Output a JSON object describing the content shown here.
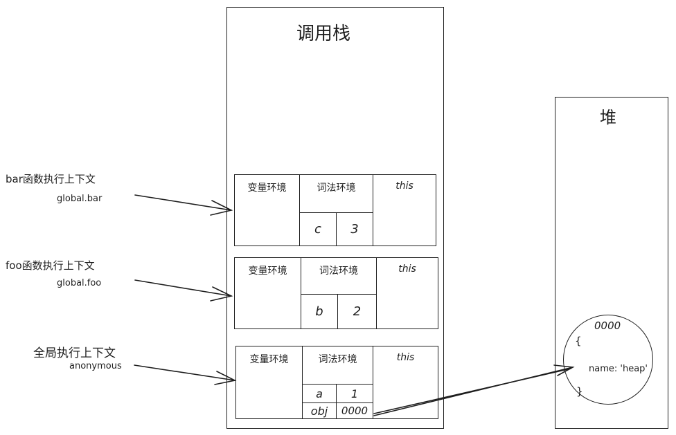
{
  "call_stack": {
    "title": "调用栈"
  },
  "heap": {
    "title": "堆",
    "object": {
      "address": "0000",
      "open_brace": "{",
      "property": "name: 'heap'",
      "close_brace": "}"
    }
  },
  "contexts": [
    {
      "label": "bar函数执行上下文",
      "sublabel": "global.bar",
      "variable_env": "变量环境",
      "lexical_env": "词法环境",
      "this": "this",
      "rows": [
        [
          "c",
          "3"
        ]
      ]
    },
    {
      "label": "foo函数执行上下文",
      "sublabel": "global.foo",
      "variable_env": "变量环境",
      "lexical_env": "词法环境",
      "this": "this",
      "rows": [
        [
          "b",
          "2"
        ]
      ]
    },
    {
      "label": "全局执行上下文",
      "sublabel": "anonymous",
      "variable_env": "变量环境",
      "lexical_env": "词法环境",
      "this": "this",
      "rows": [
        [
          "a",
          "1"
        ],
        [
          "obj",
          "0000"
        ]
      ]
    }
  ]
}
